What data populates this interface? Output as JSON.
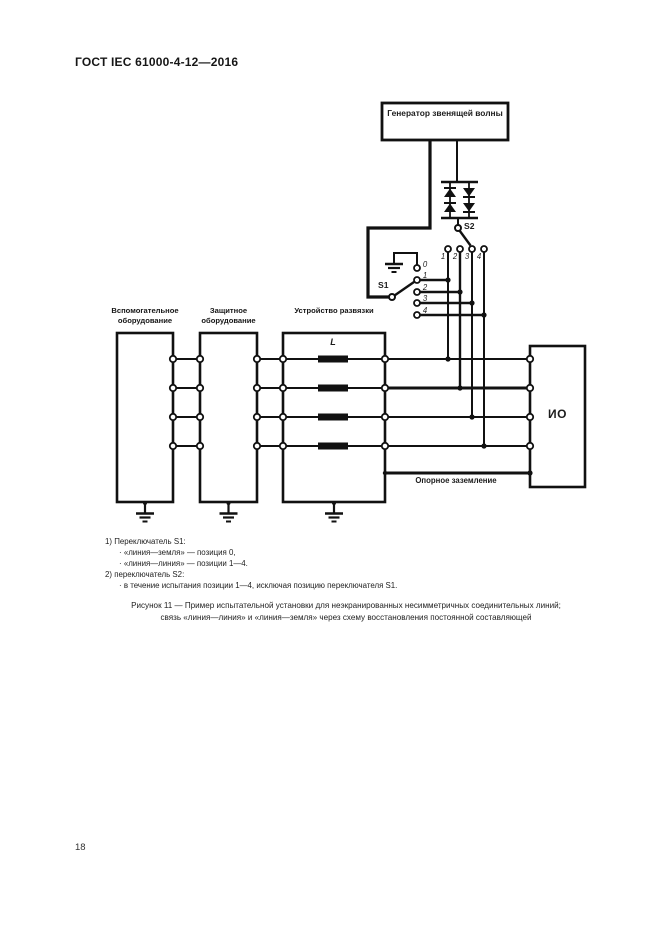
{
  "page": {
    "header": "ГОСТ IEC 61000-4-12—2016",
    "page_number": "18"
  },
  "diagram": {
    "generator_label": "Генератор звенящей волны",
    "switch_s1_label": "S1",
    "switch_s2_label": "S2",
    "s2_contact_labels": [
      "1",
      "2",
      "3",
      "4"
    ],
    "s1_contact_labels": [
      "0",
      "1",
      "2",
      "3",
      "4"
    ],
    "aux_equipment_label": "Вспомогательное оборудование",
    "protective_equipment_label": "Защитное оборудование",
    "decoupling_device_label": "Устройство развязки",
    "inductor_label": "L",
    "eut_label": "ИО",
    "reference_ground_label": "Опорное заземление"
  },
  "notes": {
    "item1": "1) Переключатель S1:",
    "item1_sub1": "·  «линия—земля» — позиция 0,",
    "item1_sub2": "·  «линия—линия» — позиции 1—4.",
    "item2": "2) переключатель S2:",
    "item2_sub1": "·  в течение испытания позиции 1—4, исключая позицию переключателя S1."
  },
  "caption": {
    "line1": "Рисунок 11 — Пример испытательной установки для неэкранированных несимметричных соединительных линий;",
    "line2": "связь «линия—линия» и «линия—земля» через схему восстановления постоянной составляющей"
  }
}
